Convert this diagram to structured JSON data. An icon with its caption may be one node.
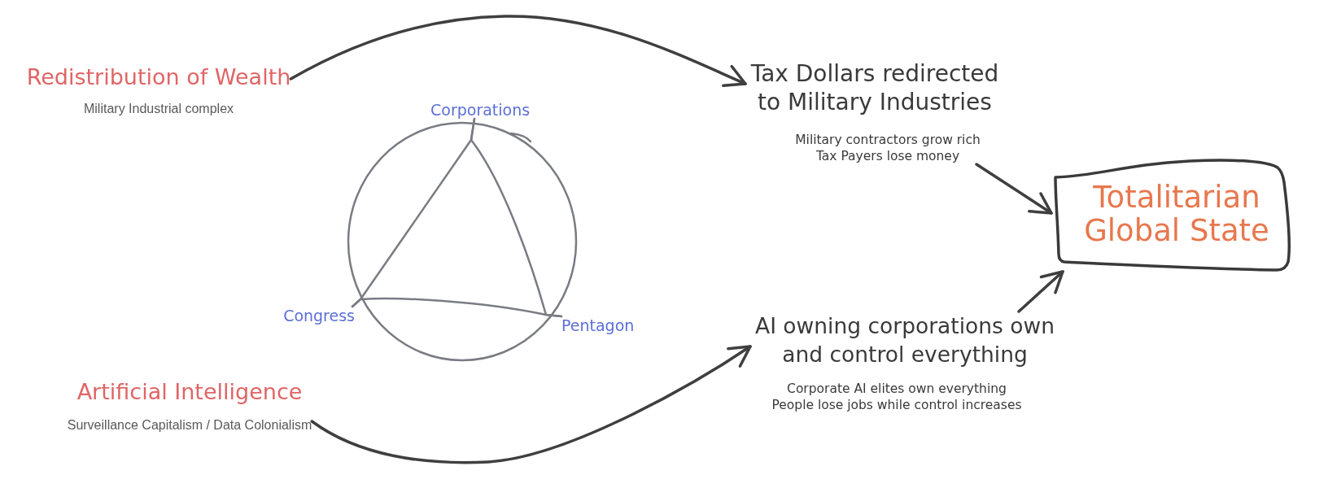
{
  "diagram": {
    "nodes": [
      {
        "text": [
          "Redistribution of Wealth",
          "Military Industrial complex"
        ]
      },
      {
        "text": [
          "Tax Dollars redirected to Military Industries",
          "Military contractors grow rich Tax Payers lose money"
        ]
      },
      {
        "text": [
          "Totalitarian Global State"
        ]
      },
      {
        "text": [
          "AI owning corporations own and control everything",
          "Corporate AI elites own everything People lose jobs while control increases"
        ]
      },
      {
        "text": [
          "Artificial Intelligence",
          "Surveillance Capitalism / Data Colonialism"
        ]
      },
      {
        "text": [
          "Corporations"
        ]
      },
      {
        "text": [
          "Congress"
        ]
      },
      {
        "text": [
          "Pentagon"
        ]
      }
    ],
    "edges": [
      {
        "from": 0,
        "to": 1,
        "arrow": "to"
      },
      {
        "from": 1,
        "to": 2,
        "arrow": "to"
      },
      {
        "from": 3,
        "to": 2,
        "arrow": "to"
      },
      {
        "from": 4,
        "to": 3,
        "arrow": "to"
      },
      {
        "from": 5,
        "to": 6,
        "arrow": "none",
        "color": "#7a7c83"
      },
      {
        "from": 6,
        "to": 7,
        "arrow": "none",
        "color": "#7a7c83"
      },
      {
        "from": 7,
        "to": 5,
        "arrow": "none",
        "color": "#7a7c83"
      }
    ]
  }
}
